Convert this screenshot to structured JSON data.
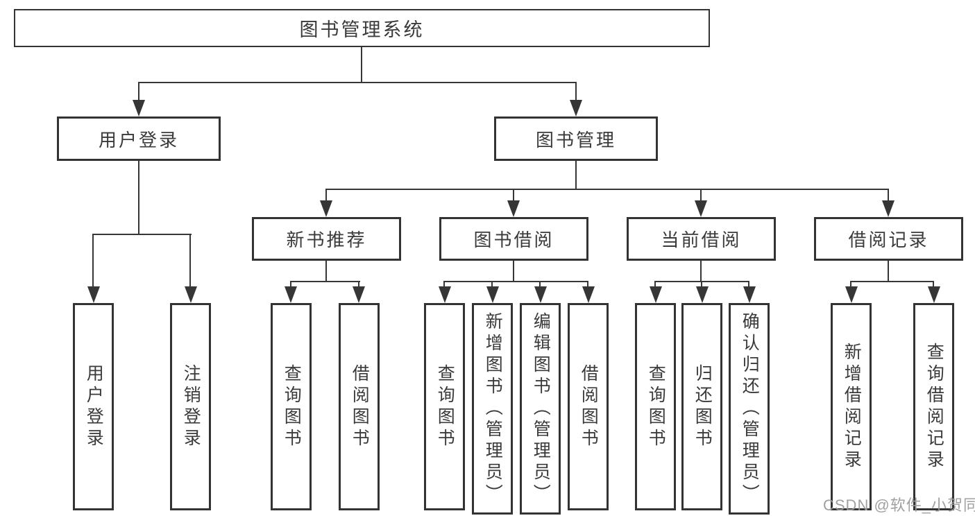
{
  "diagram": {
    "type": "tree",
    "root": {
      "label": "图书管理系统"
    },
    "level2": [
      {
        "label": "用户登录"
      },
      {
        "label": "图书管理"
      }
    ],
    "level3": [
      {
        "parent": "图书管理",
        "label": "新书推荐"
      },
      {
        "parent": "图书管理",
        "label": "图书借阅"
      },
      {
        "parent": "图书管理",
        "label": "当前借阅"
      },
      {
        "parent": "图书管理",
        "label": "借阅记录"
      }
    ],
    "leaves": [
      {
        "parent": "用户登录",
        "label": "用户登录"
      },
      {
        "parent": "用户登录",
        "label": "注销登录"
      },
      {
        "parent": "新书推荐",
        "label": "查询图书"
      },
      {
        "parent": "新书推荐",
        "label": "借阅图书"
      },
      {
        "parent": "图书借阅",
        "label": "查询图书"
      },
      {
        "parent": "图书借阅",
        "label": "新增图书（管理员）"
      },
      {
        "parent": "图书借阅",
        "label": "编辑图书（管理员）"
      },
      {
        "parent": "图书借阅",
        "label": "借阅图书"
      },
      {
        "parent": "当前借阅",
        "label": "查询图书"
      },
      {
        "parent": "当前借阅",
        "label": "归还图书"
      },
      {
        "parent": "当前借阅",
        "label": "确认归还（管理员）"
      },
      {
        "parent": "借阅记录",
        "label": "新增借阅记录"
      },
      {
        "parent": "借阅记录",
        "label": "查询借阅记录"
      }
    ]
  },
  "watermark": {
    "text": "CSDN @软件_小贺同学",
    "color": "#9b9b9b"
  },
  "colors": {
    "background": "#ffffff",
    "box_fill": "#ffffff",
    "box_border": "#333333",
    "line": "#363636",
    "text": "#3a3a3a"
  }
}
